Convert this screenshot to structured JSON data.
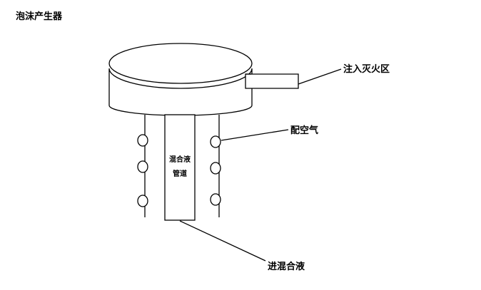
{
  "title": "泡沫产生器",
  "labels": {
    "outlet": "注入灭火区",
    "air": "配空气",
    "inlet": "进混合液",
    "pipe_line1": "混合液",
    "pipe_line2": "管道"
  },
  "colors": {
    "stroke": "#000000",
    "background": "#ffffff"
  }
}
